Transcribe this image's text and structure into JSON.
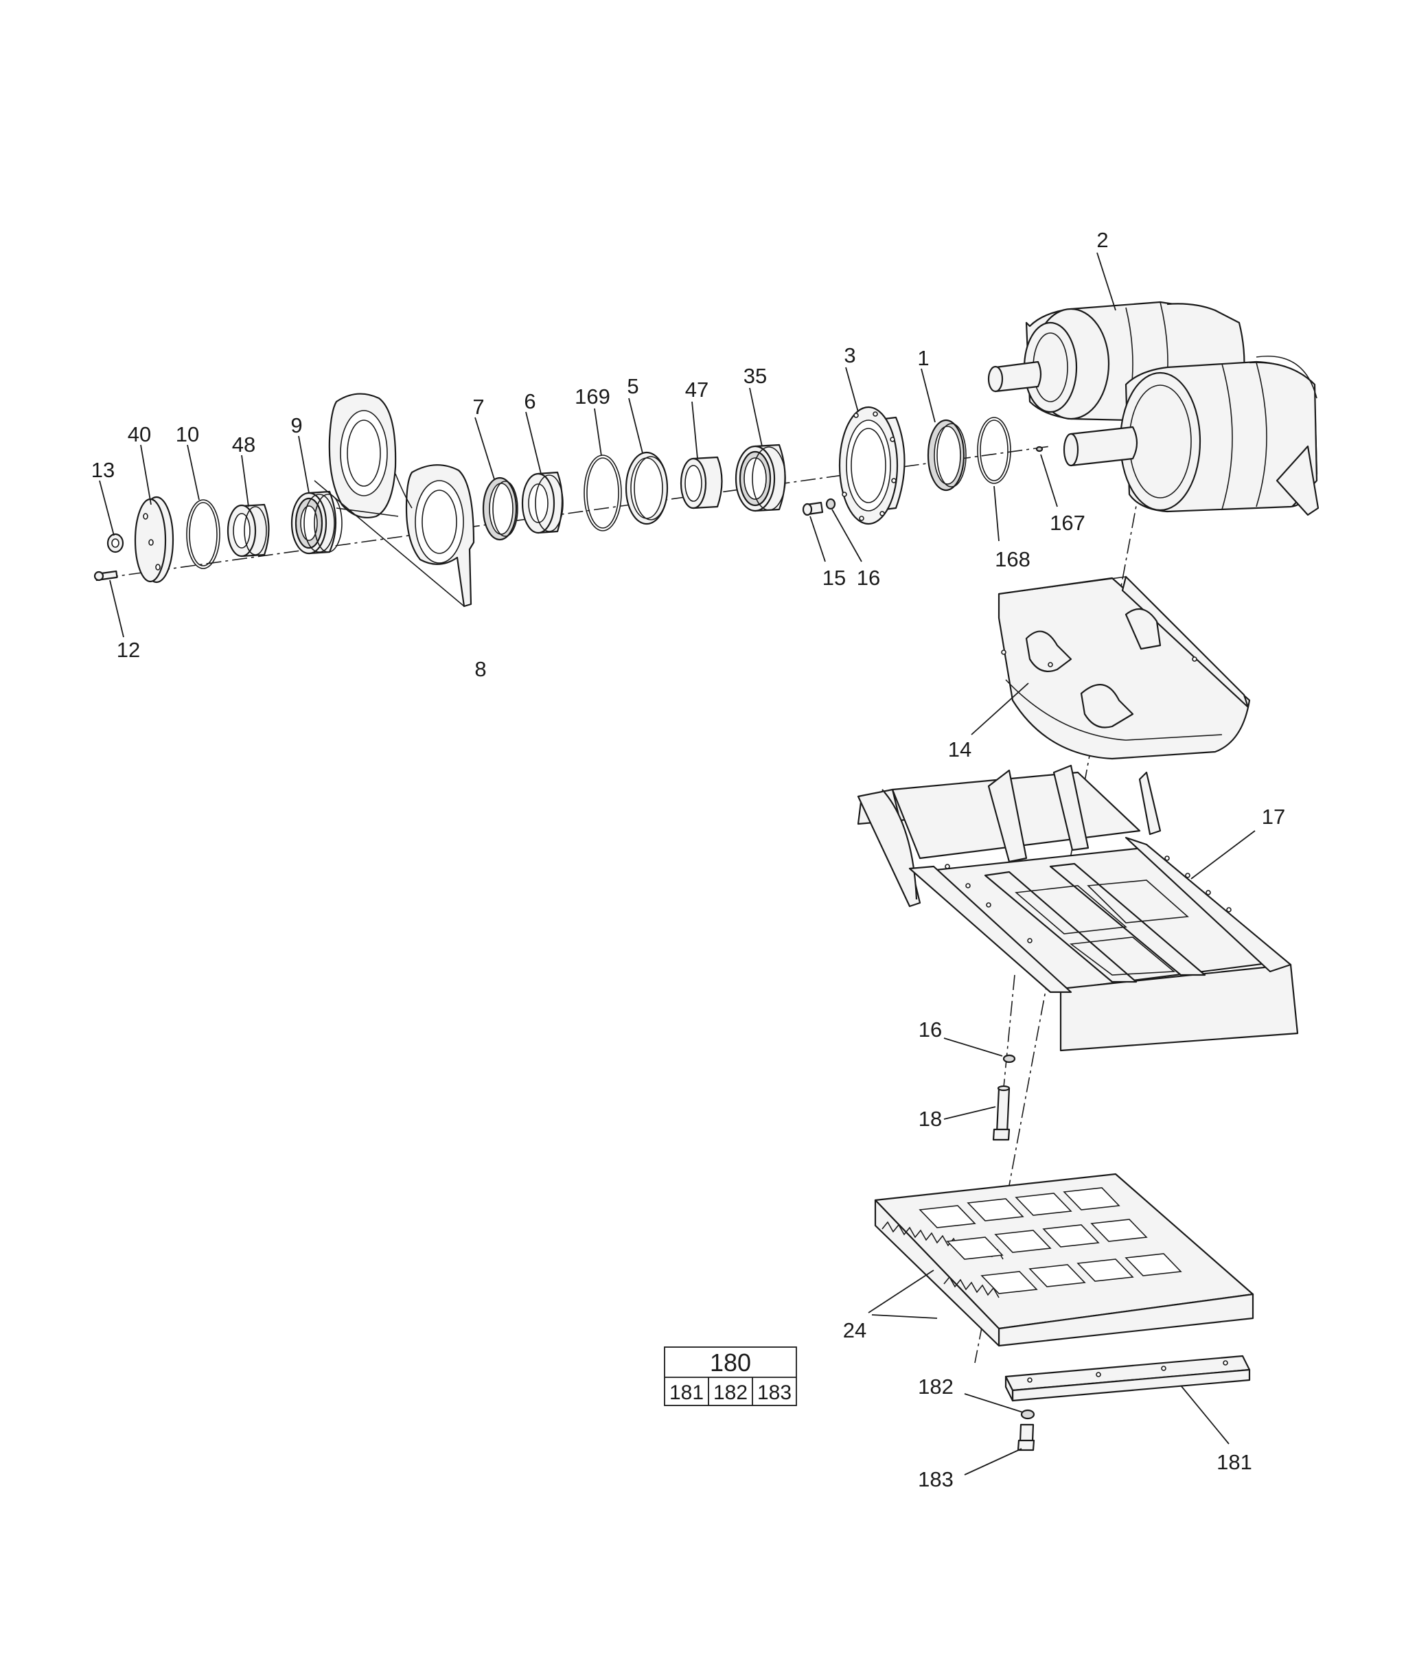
{
  "callouts": {
    "c1": "1",
    "c2": "2",
    "c3": "3",
    "c5": "5",
    "c6": "6",
    "c7": "7",
    "c8": "8",
    "c9": "9",
    "c10": "10",
    "c12": "12",
    "c13": "13",
    "c14": "14",
    "c15": "15",
    "c16a": "16",
    "c16b": "16",
    "c17": "17",
    "c18": "18",
    "c24": "24",
    "c35": "35",
    "c40": "40",
    "c47": "47",
    "c48": "48",
    "c167": "167",
    "c168": "168",
    "c169": "169",
    "c181": "181",
    "c182": "182",
    "c183": "183"
  },
  "kit_table": {
    "header": "180",
    "cells": [
      "181",
      "182",
      "183"
    ]
  }
}
